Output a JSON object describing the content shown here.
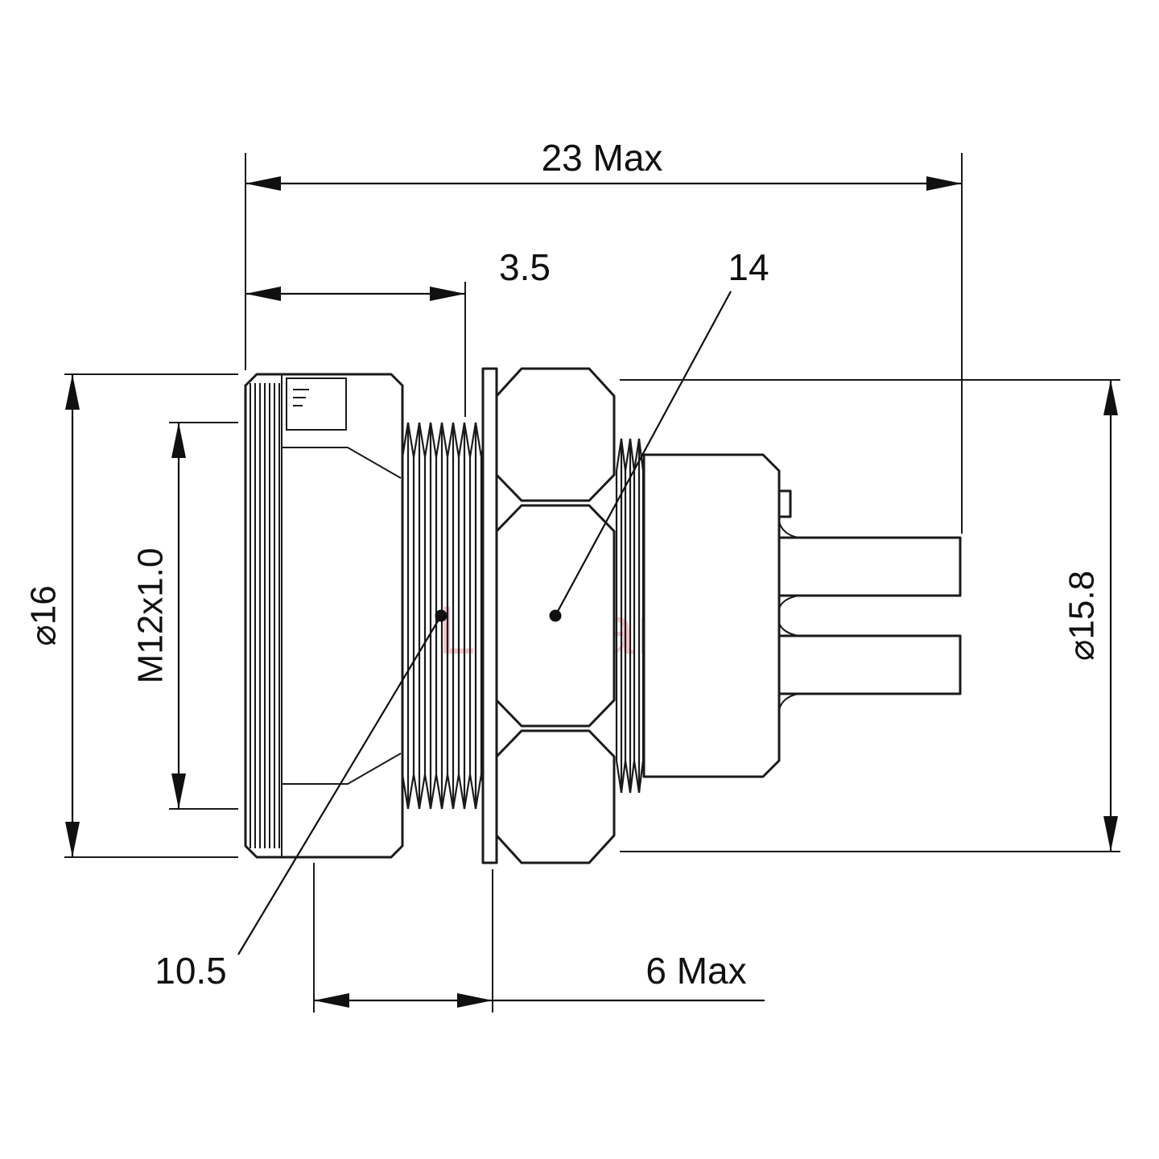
{
  "watermark": {
    "text": "Lightany",
    "color": "#f5bcc2"
  },
  "drawing": {
    "line_color": "#1a1a1a",
    "background": "#ffffff",
    "type": "connector-panel-receptacle-side-view"
  },
  "dimensions": {
    "total_length": {
      "label": "23 Max"
    },
    "front_offset": {
      "label": "3.5"
    },
    "hex_across_flats": {
      "label": "14"
    },
    "front_diameter": {
      "label": "⌀16"
    },
    "thread_spec": {
      "label": "M12x1.0"
    },
    "rear_diameter": {
      "label": "⌀15.8"
    },
    "thread_root": {
      "label": "10.5"
    },
    "rear_length": {
      "label": "6 Max"
    }
  }
}
